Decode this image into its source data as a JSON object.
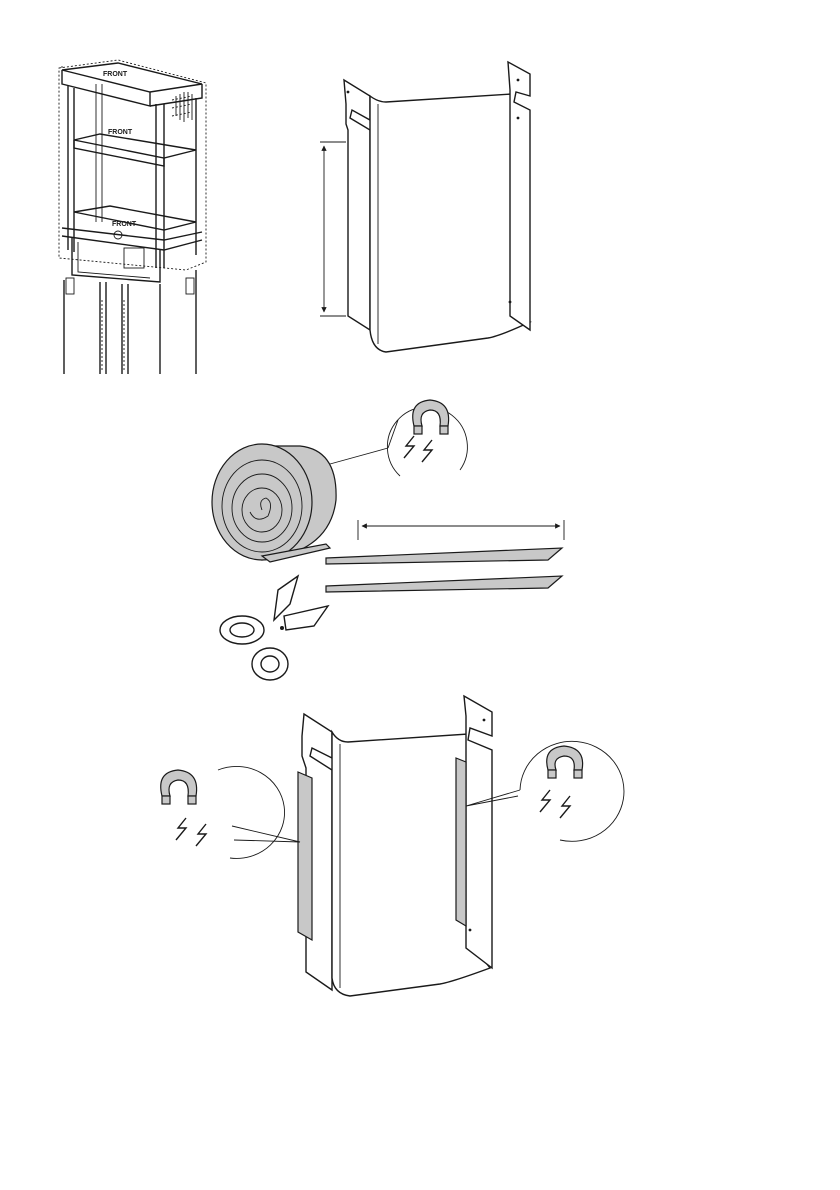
{
  "diagram": {
    "rack_labels": {
      "front_top": "FRONT",
      "front_mid": "FRONT",
      "front_low": "FRONT"
    }
  }
}
